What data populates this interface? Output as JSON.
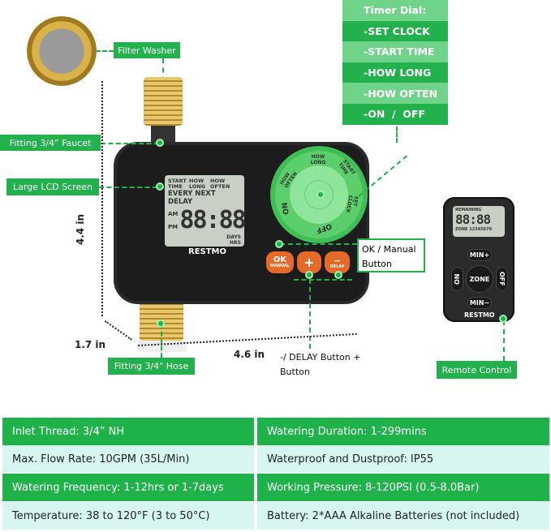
{
  "callouts": {
    "filter_washer": "Filter Washer",
    "fitting_faucet": "Fitting 3/4” Faucet",
    "lcd_screen": "Large LCD Screen",
    "ok_manual": "OK / Manual Button",
    "delay_plus": "-/ DELAY Button + Button",
    "fitting_hose": "Fitting 3/4\" Hose",
    "remote_control": "Remote Control"
  },
  "timer_dial": {
    "title": "Timer Dial:",
    "items": [
      "-SET CLOCK",
      "-START TIME",
      "-HOW LONG",
      "-HOW OFTEN",
      "-ON  /  OFF"
    ]
  },
  "dimensions": {
    "height": "4.4 in",
    "depth": "1.7 in",
    "width": "4.6 in"
  },
  "device": {
    "brand": "RESTMO",
    "lcd_top": [
      "START TIME",
      "HOW LONG",
      "HOW OFTEN"
    ],
    "lcd_row": "EVERY NEXT DELAY",
    "lcd_digits": "88:88",
    "am": "AM",
    "pm": "PM",
    "days_hrs": "DAYS HRS",
    "dial_labels": [
      "HOW LONG",
      "START TIME",
      "SET CLOCK",
      "OFF",
      "ON",
      "HOW OFTEN"
    ],
    "buttons": {
      "ok": "OK",
      "manual": "MANUAL",
      "plus": "+",
      "minus": "−",
      "delay": "DELAY"
    }
  },
  "remote": {
    "remaining": "REMAINING",
    "digits": "88:88",
    "zone_row": "ZONE 12345678",
    "min_plus": "MIN+",
    "min_minus": "MIN−",
    "on": "ON",
    "off": "OFF",
    "zone": "ZONE",
    "brand": "RESTMO"
  },
  "specs": {
    "left": [
      "Inlet Thread: 3/4” NH",
      "Max. Flow Rate: 10GPM (35L/Min)",
      "Watering Frequency: 1-12hrs or 1-7days",
      "Temperature: 38 to 120°F (3 to 50°C)"
    ],
    "right": [
      "Watering Duration: 1-299mins",
      "Waterproof and Dustproof: IP55",
      "Working Pressure: 8-120PSI (0.5-8.0Bar)",
      "Battery: 2*AAA Alkaline Batteries (not included)"
    ]
  },
  "colors": {
    "green": "#22b14c",
    "light_green": "#6fd48a",
    "mint": "#d6f6ef",
    "orange": "#e56a2a",
    "brass": "#c9a040"
  }
}
